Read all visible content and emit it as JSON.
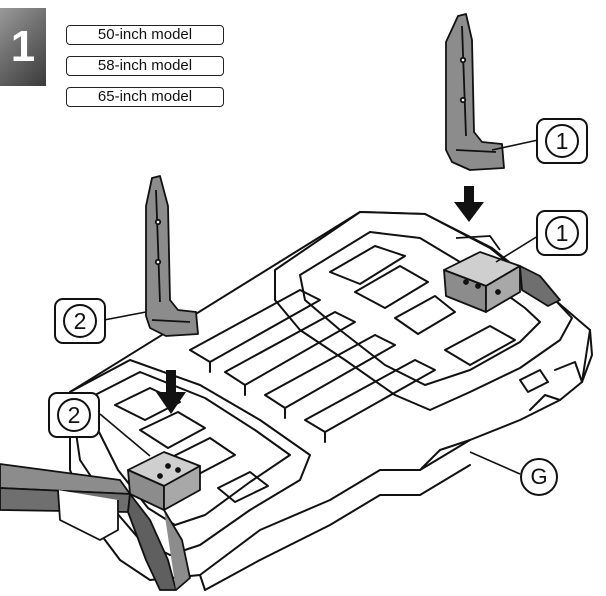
{
  "step": {
    "number": "1"
  },
  "models": [
    "50-inch model",
    "58-inch model",
    "65-inch model"
  ],
  "callouts": {
    "bracket_right": "1",
    "bracket_left": "2",
    "part_label": "G"
  },
  "colors": {
    "bracket_fill": "#8c8c8c",
    "line": "#111111",
    "foam": "#ffffff"
  }
}
